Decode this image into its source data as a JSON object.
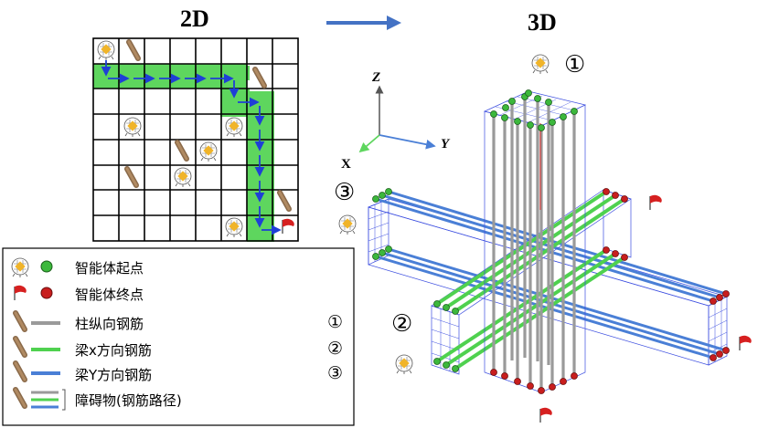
{
  "titles": {
    "left": "2D",
    "right": "3D"
  },
  "axes": {
    "z": "Z",
    "x": "X",
    "y": "Y"
  },
  "legend": {
    "items": [
      {
        "label": "智能体起点"
      },
      {
        "label": "智能体终点"
      },
      {
        "label": "柱纵向钢筋"
      },
      {
        "label": "梁x方向钢筋"
      },
      {
        "label": "梁Y方向钢筋"
      },
      {
        "label": "障碍物(钢筋路径)"
      }
    ],
    "numbers": [
      "①",
      "②",
      "③"
    ]
  },
  "markers": {
    "m1": "①",
    "m2": "②",
    "m3": "③"
  },
  "colors": {
    "path_green": "#5ed65e",
    "arrow_blue": "#1f3fd6",
    "start_green": "#3cb83c",
    "end_red": "#c81e1e",
    "column_gray": "#9a9a9a",
    "beam_x_green": "#4fd14f",
    "beam_y_blue": "#4a7fd6",
    "mesh_blue": "#3d4fe0"
  }
}
